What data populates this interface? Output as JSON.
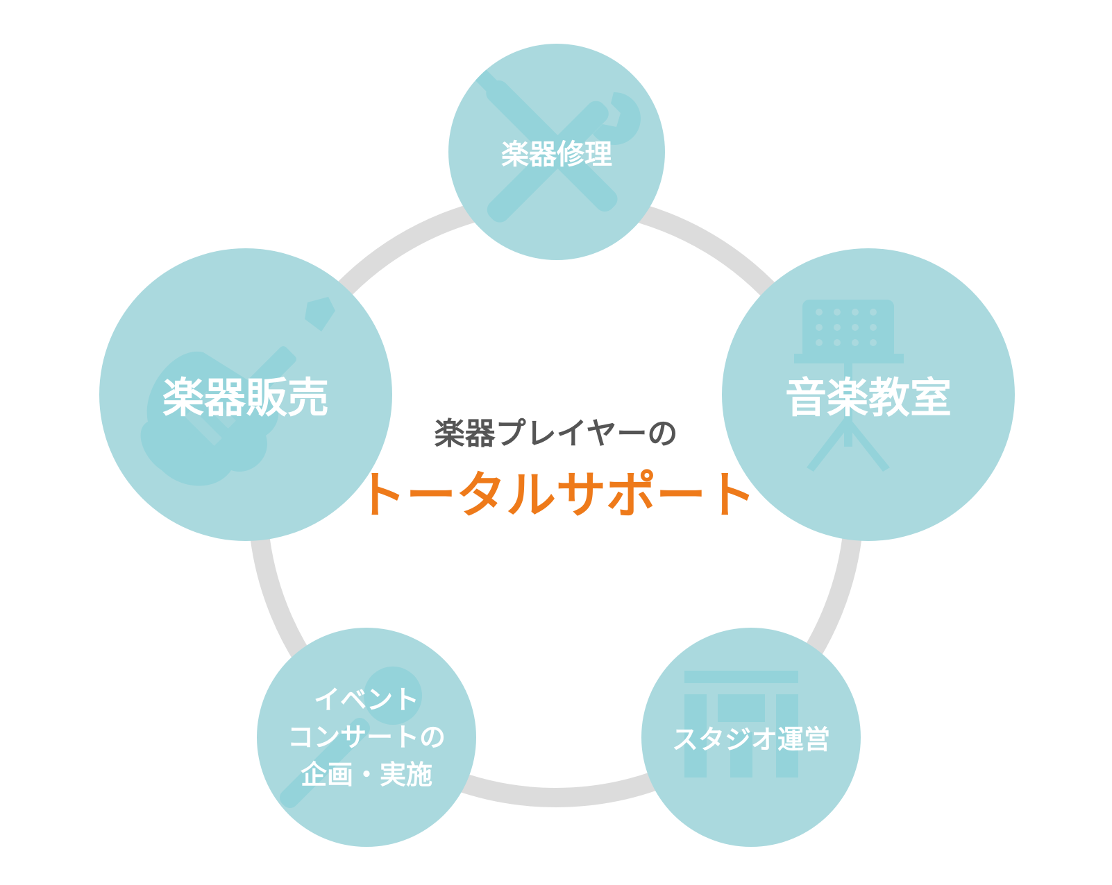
{
  "colors": {
    "node_fill": "#aad9de",
    "node_icon": "#94d3da",
    "ring": "#dcdcdc",
    "subtitle": "#555555",
    "title": "#ee7a1a",
    "label": "#ffffff"
  },
  "center": {
    "subtitle": "楽器プレイヤーの",
    "title": "トータルサポート"
  },
  "nodes": {
    "repair": {
      "label": "楽器修理",
      "icon": "tools-icon"
    },
    "sales": {
      "label": "楽器販売",
      "icon": "guitar-icon"
    },
    "school": {
      "label": "音楽教室",
      "icon": "music-stand-icon"
    },
    "event": {
      "lines": [
        "イベント",
        "コンサートの",
        "企画・実施"
      ],
      "icon": "microphone-icon"
    },
    "studio": {
      "label": "スタジオ運営",
      "icon": "studio-icon"
    }
  }
}
